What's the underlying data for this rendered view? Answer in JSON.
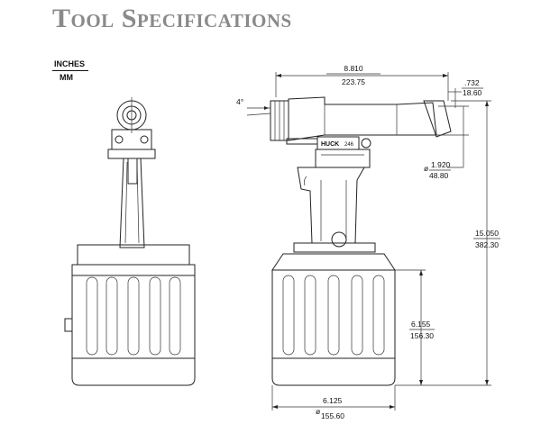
{
  "title": {
    "word1": "Tool",
    "word2": "Specifications"
  },
  "units": {
    "primary": "INCHES",
    "secondary": "MM"
  },
  "dimensions": {
    "overall_length": {
      "in": "8.810",
      "mm": "223.75"
    },
    "nose_offset": {
      "in": ".732",
      "mm": "18.60"
    },
    "angle": "4°",
    "nose_diameter": {
      "in": "1.920",
      "mm": "48.80",
      "prefix": "ø"
    },
    "overall_height": {
      "in": "15.050",
      "mm": "382.30"
    },
    "base_height": {
      "in": "6.155",
      "mm": "156.30"
    },
    "base_diameter": {
      "in": "6.125",
      "mm": "155.60",
      "prefix": "ø"
    }
  },
  "label": {
    "brand": "HUCK",
    "model": "246"
  }
}
